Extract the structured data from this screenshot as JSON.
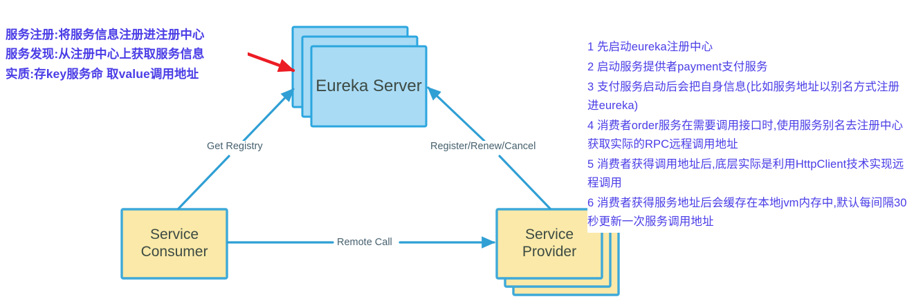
{
  "diagram": {
    "title": "Eureka Service Registration and Discovery",
    "colors": {
      "box_blue_fill": "#a9dbf5",
      "box_blue_border": "#2ba6de",
      "box_yellow_fill": "#fae9a8",
      "box_yellow_border": "#3ea9d8",
      "arrow_blue": "#2f9fd4",
      "note_text": "#4a3de6",
      "red_arrow": "#ec1c24",
      "node_text": "#3d4a43",
      "edge_label_text": "#46606e"
    },
    "nodes": [
      {
        "id": "eureka",
        "name": "eureka-server-node",
        "label": "Eureka Server",
        "shape": "stacked-rect",
        "fill": "blue",
        "stack": 3
      },
      {
        "id": "consumer",
        "name": "service-consumer-node",
        "label": "Service\nConsumer",
        "shape": "rect",
        "fill": "yellow",
        "stack": 1
      },
      {
        "id": "provider",
        "name": "service-provider-node",
        "label": "Service\nProvider",
        "shape": "stacked-rect",
        "fill": "yellow",
        "stack": 3
      }
    ],
    "edges": [
      {
        "id": "get-registry",
        "label": "Get Registry",
        "from": "consumer",
        "to": "eureka",
        "direction": "to-eureka"
      },
      {
        "id": "register-renew",
        "label": "Register/Renew/Cancel",
        "from": "provider",
        "to": "eureka",
        "direction": "to-eureka"
      },
      {
        "id": "remote-call",
        "label": "Remote Call",
        "from": "consumer",
        "to": "provider",
        "direction": "right"
      }
    ],
    "annotations": {
      "red_arrow": {
        "name": "red-pointer-arrow",
        "points_to": "eureka-server-node"
      }
    }
  },
  "notes": {
    "left": {
      "title": "service-registration-notes",
      "lines": [
        "服务注册:将服务信息注册进注册中心",
        "服务发现:从注册中心上获取服务信息",
        "实质:存key服务命 取value调用地址"
      ]
    },
    "right": {
      "title": "startup-flow-notes",
      "lines": [
        "1 先启动eureka注册中心",
        "2 启动服务提供者payment支付服务",
        "3 支付服务启动后会把自身信息(比如服务地址以别名方式注册进eureka)",
        "4 消费者order服务在需要调用接口时,使用服务别名去注册中心获取实际的RPC远程调用地址",
        "5 消费者获得调用地址后,底层实际是利用HttpClient技术实现远程调用",
        "6 消费者获得服务地址后会缓存在本地jvm内存中,默认每间隔30秒更新一次服务调用地址"
      ]
    }
  }
}
